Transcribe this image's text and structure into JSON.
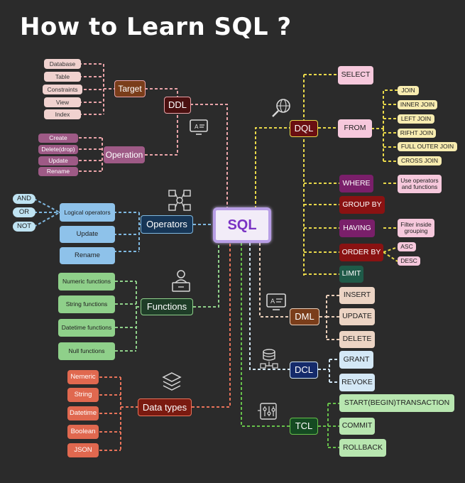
{
  "title": "How to Learn SQL ?",
  "hub": "SQL",
  "ddl": {
    "label": "DDL",
    "target": "Target",
    "targets": [
      "Database",
      "Table",
      "Constraints",
      "View",
      "Index"
    ],
    "operation": "Operation",
    "operations": [
      "Create",
      "Delete(drop)",
      "Update",
      "Rename"
    ]
  },
  "operators": {
    "label": "Operators",
    "items": [
      "Logical operators",
      "Update",
      "Rename"
    ],
    "logical": [
      "AND",
      "OR",
      "NOT"
    ]
  },
  "functions": {
    "label": "Functions",
    "items": [
      "Numeric functions",
      "String functions",
      "Datetime functions",
      "Null functions"
    ]
  },
  "datatypes": {
    "label": "Data types",
    "items": [
      "Nemeric",
      "String",
      "Datetime",
      "Boolean",
      "JSON"
    ]
  },
  "dql": {
    "label": "DQL",
    "select": "SELECT",
    "from": "FROM",
    "joins": [
      "JOIN",
      "INNER JOIN",
      "LEFT JOIN",
      "RIFHT JOIN",
      "FULL OUTER JOIN",
      "CROSS JOIN"
    ],
    "where": "WHERE",
    "where_note": "Use operators and functions",
    "groupby": "GROUP BY",
    "having": "HAVING",
    "having_note": "Filter inside grouping",
    "orderby": "ORDER BY",
    "order": [
      "ASC",
      "DESC"
    ],
    "limit": "LIMIT"
  },
  "dml": {
    "label": "DML",
    "items": [
      "INSERT",
      "UPDATE",
      "DELETE"
    ]
  },
  "dcl": {
    "label": "DCL",
    "items": [
      "GRANT",
      "REVOKE"
    ]
  },
  "tcl": {
    "label": "TCL",
    "items": [
      "START(BEGIN)TRANSACTION",
      "COMMIT",
      "ROLLBACK"
    ]
  },
  "colors": {
    "background": "#2b2b2b",
    "ddl": "#e8a3a8",
    "operators": "#7fb8e0",
    "functions": "#8fd08a",
    "datatypes": "#e8735a",
    "dql": "#e8d84a",
    "dml": "#e8cdb8",
    "dcl": "#cfe4f4",
    "tcl": "#a8dca0",
    "hub": "#cdb8ee"
  },
  "icons": [
    "table-icon",
    "network-icon",
    "tree-icon",
    "user-monitor-icon",
    "database-stack-icon",
    "database-icon",
    "settings-panel-icon",
    "search-globe-icon",
    "text-screen-icon"
  ]
}
